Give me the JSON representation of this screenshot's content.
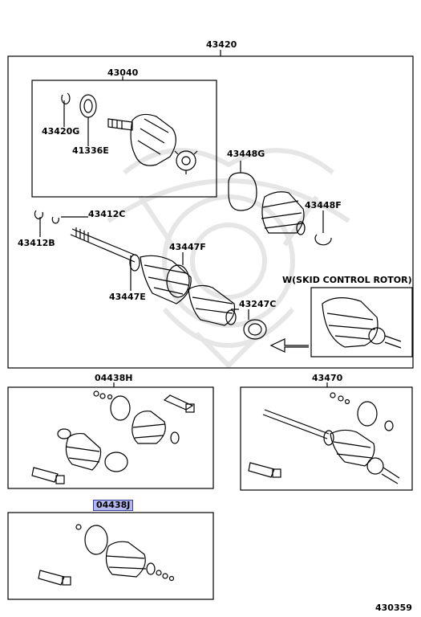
{
  "diagram": {
    "labels": {
      "assembly": "43420",
      "joint_outer": "43040",
      "snap_ring_g": "43420G",
      "seal_e": "41336E",
      "clamp_g": "43448G",
      "clamp_f": "43448F",
      "snap_ring_b": "43412B",
      "snap_ring_c": "43412C",
      "boot_f": "43447F",
      "boot_e": "43447E",
      "rotor": "43247C",
      "skid_note": "W(SKID CONTROL ROTOR)",
      "kit_h": "04438H",
      "shaft_assy": "43470",
      "kit_j": "04438J",
      "diagram_id": "430359"
    },
    "colors": {
      "line": "#000000",
      "highlight_fill": "#b3b8ee",
      "highlight_border": "#3a3f9a",
      "watermark": "#e6e6e6"
    }
  }
}
